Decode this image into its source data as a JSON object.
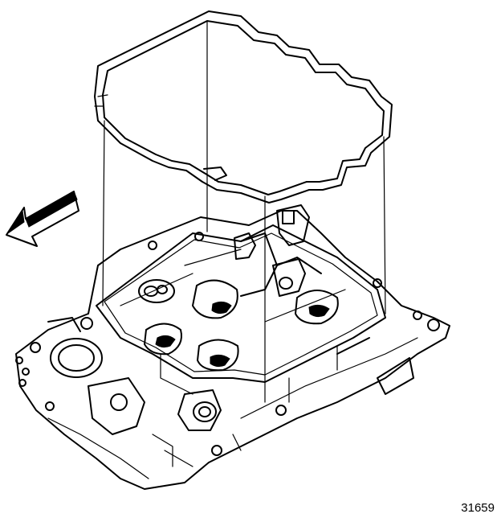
{
  "figure": {
    "reference_number": "31659",
    "parts": [
      {
        "name": "gasket",
        "icon": "gasket-outline"
      },
      {
        "name": "intake-manifold",
        "icon": "manifold-casting"
      },
      {
        "name": "front-direction-arrow",
        "icon": "arrow-left-down"
      }
    ]
  }
}
